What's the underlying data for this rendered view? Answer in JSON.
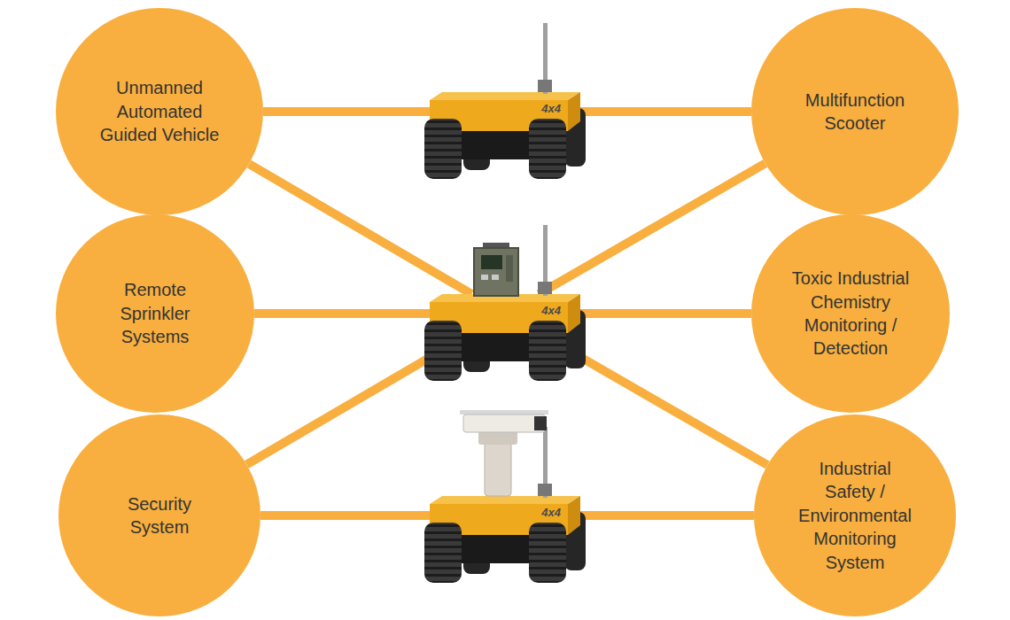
{
  "diagram": {
    "nodes": [
      {
        "text": [
          "Unmanned Automated Guided Vehicle"
        ]
      },
      {
        "text": [
          "4x4"
        ]
      },
      {
        "text": [
          "Multifunction Scooter"
        ]
      },
      {
        "text": [
          "Remote Sprinkler Systems"
        ]
      },
      {
        "text": [
          "4x4"
        ]
      },
      {
        "text": [
          "Toxic Industrial Chemistry Monitoring / Detection"
        ]
      },
      {
        "text": [
          "Security System"
        ]
      },
      {
        "text": [
          "4x4"
        ]
      },
      {
        "text": [
          "Industrial Safety / Environmental Monitoring System"
        ]
      }
    ],
    "edges": [
      {
        "from": 0,
        "to": 1,
        "arrow": "none"
      },
      {
        "from": 1,
        "to": 2,
        "arrow": "none"
      },
      {
        "from": 0,
        "to": 4,
        "arrow": "none"
      },
      {
        "from": 2,
        "to": 4,
        "arrow": "none"
      },
      {
        "from": 3,
        "to": 4,
        "arrow": "none"
      },
      {
        "from": 4,
        "to": 5,
        "arrow": "none"
      },
      {
        "from": 6,
        "to": 4,
        "arrow": "none"
      },
      {
        "from": 4,
        "to": 8,
        "arrow": "none"
      },
      {
        "from": 6,
        "to": 7,
        "arrow": "none"
      },
      {
        "from": 7,
        "to": 8,
        "arrow": "none"
      }
    ]
  }
}
